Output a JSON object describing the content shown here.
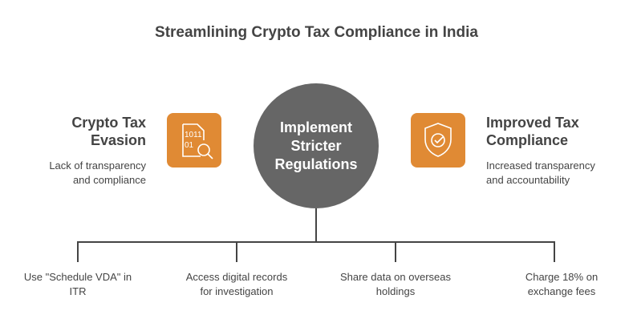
{
  "title": "Streamlining Crypto Tax Compliance in India",
  "center": {
    "line1": "Implement",
    "line2": "Stricter",
    "line3": "Regulations"
  },
  "left": {
    "title1": "Crypto Tax",
    "title2": "Evasion",
    "desc1": "Lack of transparency",
    "desc2": "and compliance",
    "icon": "binary-search-icon"
  },
  "right": {
    "title1": "Improved Tax",
    "title2": "Compliance",
    "desc1": "Increased transparency",
    "desc2": "and accountability",
    "icon": "shield-check-icon"
  },
  "leaves": [
    {
      "line1": "Use \"Schedule VDA\" in",
      "line2": "ITR"
    },
    {
      "line1": "Access digital records",
      "line2": "for investigation"
    },
    {
      "line1": "Share data on overseas",
      "line2": "holdings"
    },
    {
      "line1": "Charge 18% on",
      "line2": "exchange fees"
    }
  ],
  "colors": {
    "accent": "#e08a34",
    "circle": "#666666"
  }
}
